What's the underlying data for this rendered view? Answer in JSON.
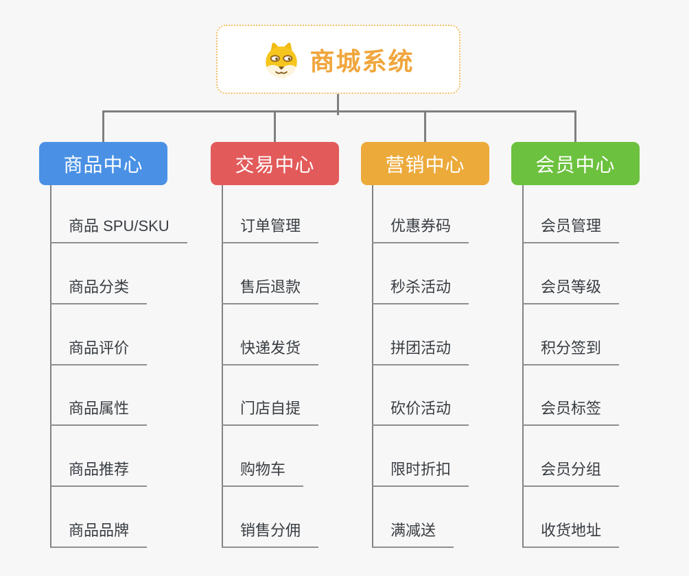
{
  "page": {
    "background_color": "#f7f7f7",
    "connector_color": "#7f7f7f"
  },
  "root": {
    "title": "商城系统",
    "icon": "doge-icon",
    "text_color": "#f0a63c",
    "border_color": "#f2bb63"
  },
  "tree": {
    "branches": [
      {
        "label": "商品中心",
        "color": "#4a91e5",
        "items": [
          "商品 SPU/SKU",
          "商品分类",
          "商品评价",
          "商品属性",
          "商品推荐",
          "商品品牌"
        ]
      },
      {
        "label": "交易中心",
        "color": "#e35a5a",
        "items": [
          "订单管理",
          "售后退款",
          "快递发货",
          "门店自提",
          "购物车",
          "销售分佣"
        ]
      },
      {
        "label": "营销中心",
        "color": "#ecaa3b",
        "items": [
          "优惠券码",
          "秒杀活动",
          "拼团活动",
          "砍价活动",
          "限时折扣",
          "满减送"
        ]
      },
      {
        "label": "会员中心",
        "color": "#6cc13e",
        "items": [
          "会员管理",
          "会员等级",
          "积分签到",
          "会员标签",
          "会员分组",
          "收货地址"
        ]
      }
    ]
  }
}
